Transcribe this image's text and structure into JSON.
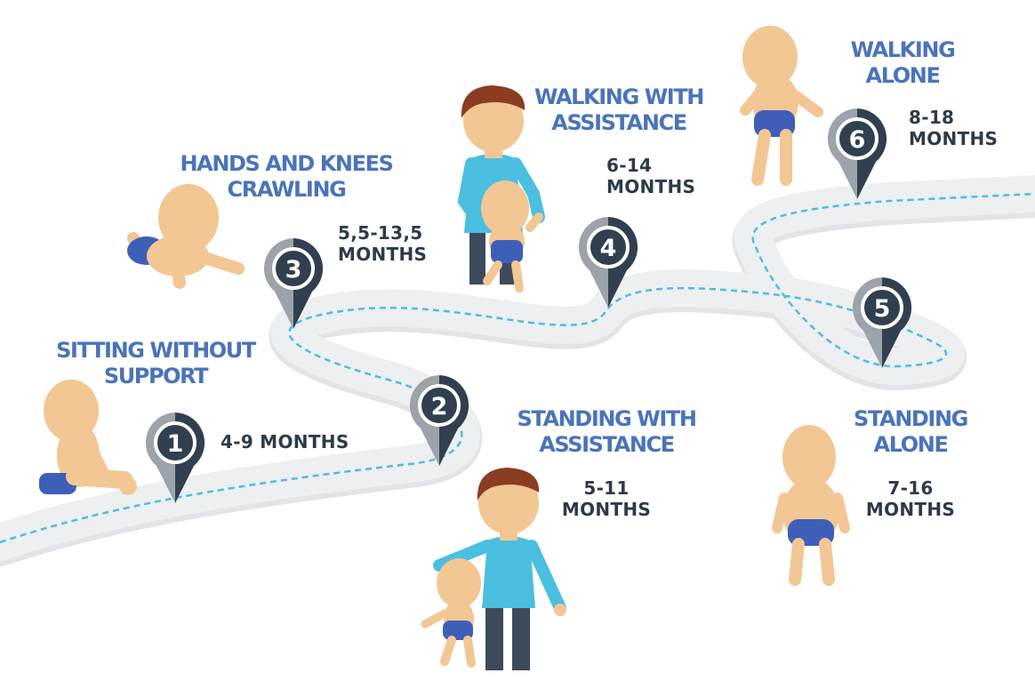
{
  "colors": {
    "title": "#4a74b8",
    "range": "#2d3a4b",
    "road": "#eeeff1",
    "road_dash": "#4bbfe0",
    "pin_dark": "#323f4f",
    "pin_light": "#9da3ab",
    "skin": "#f2c794",
    "diaper": "#3e5fb8",
    "shirt": "#4bbfe0",
    "hair": "#8a3d21",
    "pants": "#3d4a5c"
  },
  "milestones": [
    {
      "number": "1",
      "title_lines": [
        "SITTING WITHOUT",
        "SUPPORT"
      ],
      "range_lines": [
        "4-9  MONTHS"
      ]
    },
    {
      "number": "2",
      "title_lines": [
        "STANDING WITH",
        "ASSISTANCE"
      ],
      "range_lines": [
        "5-11",
        "MONTHS"
      ]
    },
    {
      "number": "3",
      "title_lines": [
        "HANDS AND KNEES",
        "CRAWLING"
      ],
      "range_lines": [
        "5,5-13,5",
        "MONTHS"
      ]
    },
    {
      "number": "4",
      "title_lines": [
        "WALKING WITH",
        "ASSISTANCE"
      ],
      "range_lines": [
        "6-14",
        "MONTHS"
      ]
    },
    {
      "number": "5",
      "title_lines": [
        "STANDING",
        "ALONE"
      ],
      "range_lines": [
        "7-16",
        "MONTHS"
      ]
    },
    {
      "number": "6",
      "title_lines": [
        "WALKING",
        "ALONE"
      ],
      "range_lines": [
        "8-18",
        "MONTHS"
      ]
    }
  ],
  "icons": [
    "road-icon",
    "map-pin-icon",
    "baby-icon",
    "parent-icon"
  ]
}
